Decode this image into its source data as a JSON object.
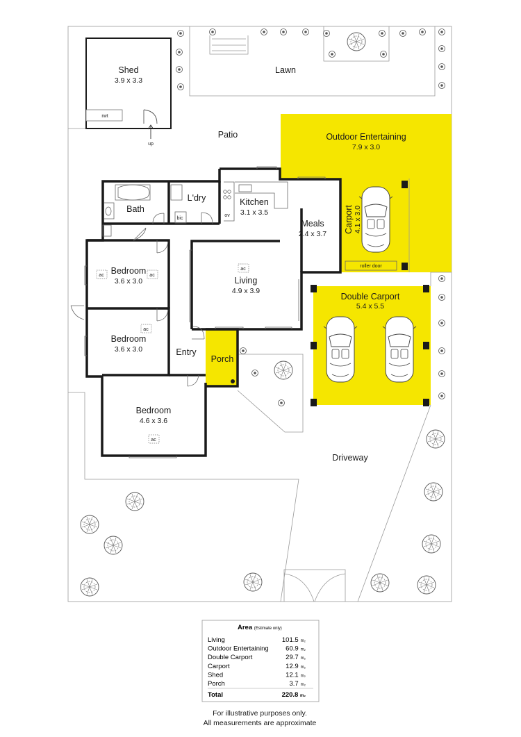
{
  "rooms": {
    "shed": {
      "name": "Shed",
      "dims": "3.9 x 3.3"
    },
    "lawn": {
      "name": "Lawn"
    },
    "patio": {
      "name": "Patio"
    },
    "outdoor": {
      "name": "Outdoor Entertaining",
      "dims": "7.9 x 3.0"
    },
    "bath": {
      "name": "Bath"
    },
    "laundry": {
      "name": "L'dry"
    },
    "kitchen": {
      "name": "Kitchen",
      "dims": "3.1 x 3.5"
    },
    "meals": {
      "name": "Meals",
      "dims": "2.4 x 3.7"
    },
    "carport": {
      "name": "Carport",
      "dims": "4.1 x 3.0"
    },
    "bedroom1": {
      "name": "Bedroom",
      "dims": "3.6 x 3.0"
    },
    "living": {
      "name": "Living",
      "dims": "4.9 x 3.9"
    },
    "double_carport": {
      "name": "Double Carport",
      "dims": "5.4 x 5.5"
    },
    "bedroom2": {
      "name": "Bedroom",
      "dims": "3.6 x 3.0"
    },
    "entry": {
      "name": "Entry"
    },
    "porch": {
      "name": "Porch"
    },
    "bedroom3": {
      "name": "Bedroom",
      "dims": "4.6 x 3.6"
    },
    "driveway": {
      "name": "Driveway"
    }
  },
  "tags": {
    "rwt": "rwt",
    "up": "up",
    "bic": "bic",
    "oven": "ov",
    "roller_door": "roller door",
    "ac": "ac"
  },
  "area_table": {
    "title": "Area",
    "subtitle": "(Estimate only)",
    "unit": "m₂",
    "rows": [
      {
        "label": "Living",
        "value": "101.5"
      },
      {
        "label": "Outdoor Entertaining",
        "value": "60.9"
      },
      {
        "label": "Double Carport",
        "value": "29.7"
      },
      {
        "label": "Carport",
        "value": "12.9"
      },
      {
        "label": "Shed",
        "value": "12.1"
      },
      {
        "label": "Porch",
        "value": "3.7"
      }
    ],
    "total": {
      "label": "Total",
      "value": "220.8"
    }
  },
  "notes": {
    "line1": "For illustrative purposes only.",
    "line2": "All measurements are approximate"
  },
  "colors": {
    "highlight": "#f5e600",
    "wall": "#1a1a1a",
    "thin_line": "#888888"
  },
  "icons": {
    "tree": "tree-icon",
    "car": "car-icon",
    "arrow": "arrow-up-icon"
  }
}
